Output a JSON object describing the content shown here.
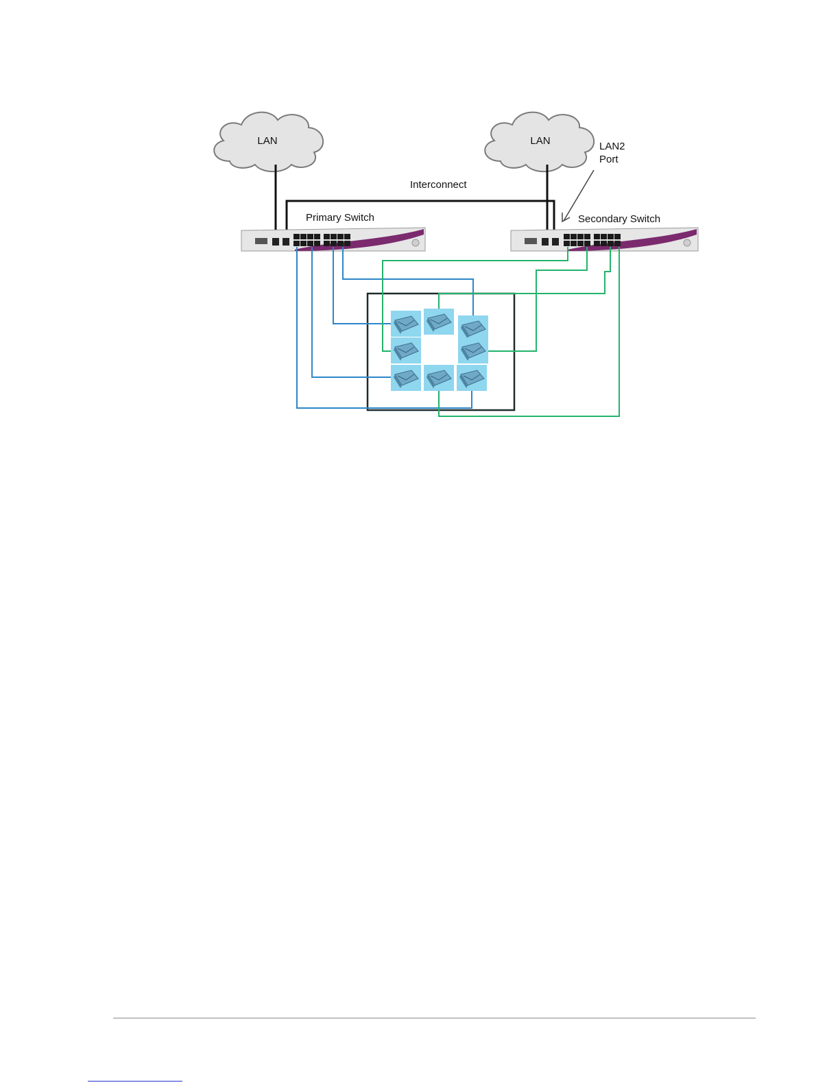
{
  "diagram": {
    "clouds": {
      "left": "LAN",
      "right": "LAN"
    },
    "interconnect_label": "Interconnect",
    "primary_switch_label": "Primary Switch",
    "secondary_switch_label": "Secondary Switch",
    "lan2_port_label": {
      "line1": "LAN2",
      "line2": "Port"
    }
  },
  "colors": {
    "primary_links": "#2c86c8",
    "secondary_links": "#22b36b",
    "interconnect": "#111111",
    "device_tile": "#8fd6ef",
    "switch_body": "#e6e6e6",
    "switch_accent": "#7b2a6e"
  }
}
